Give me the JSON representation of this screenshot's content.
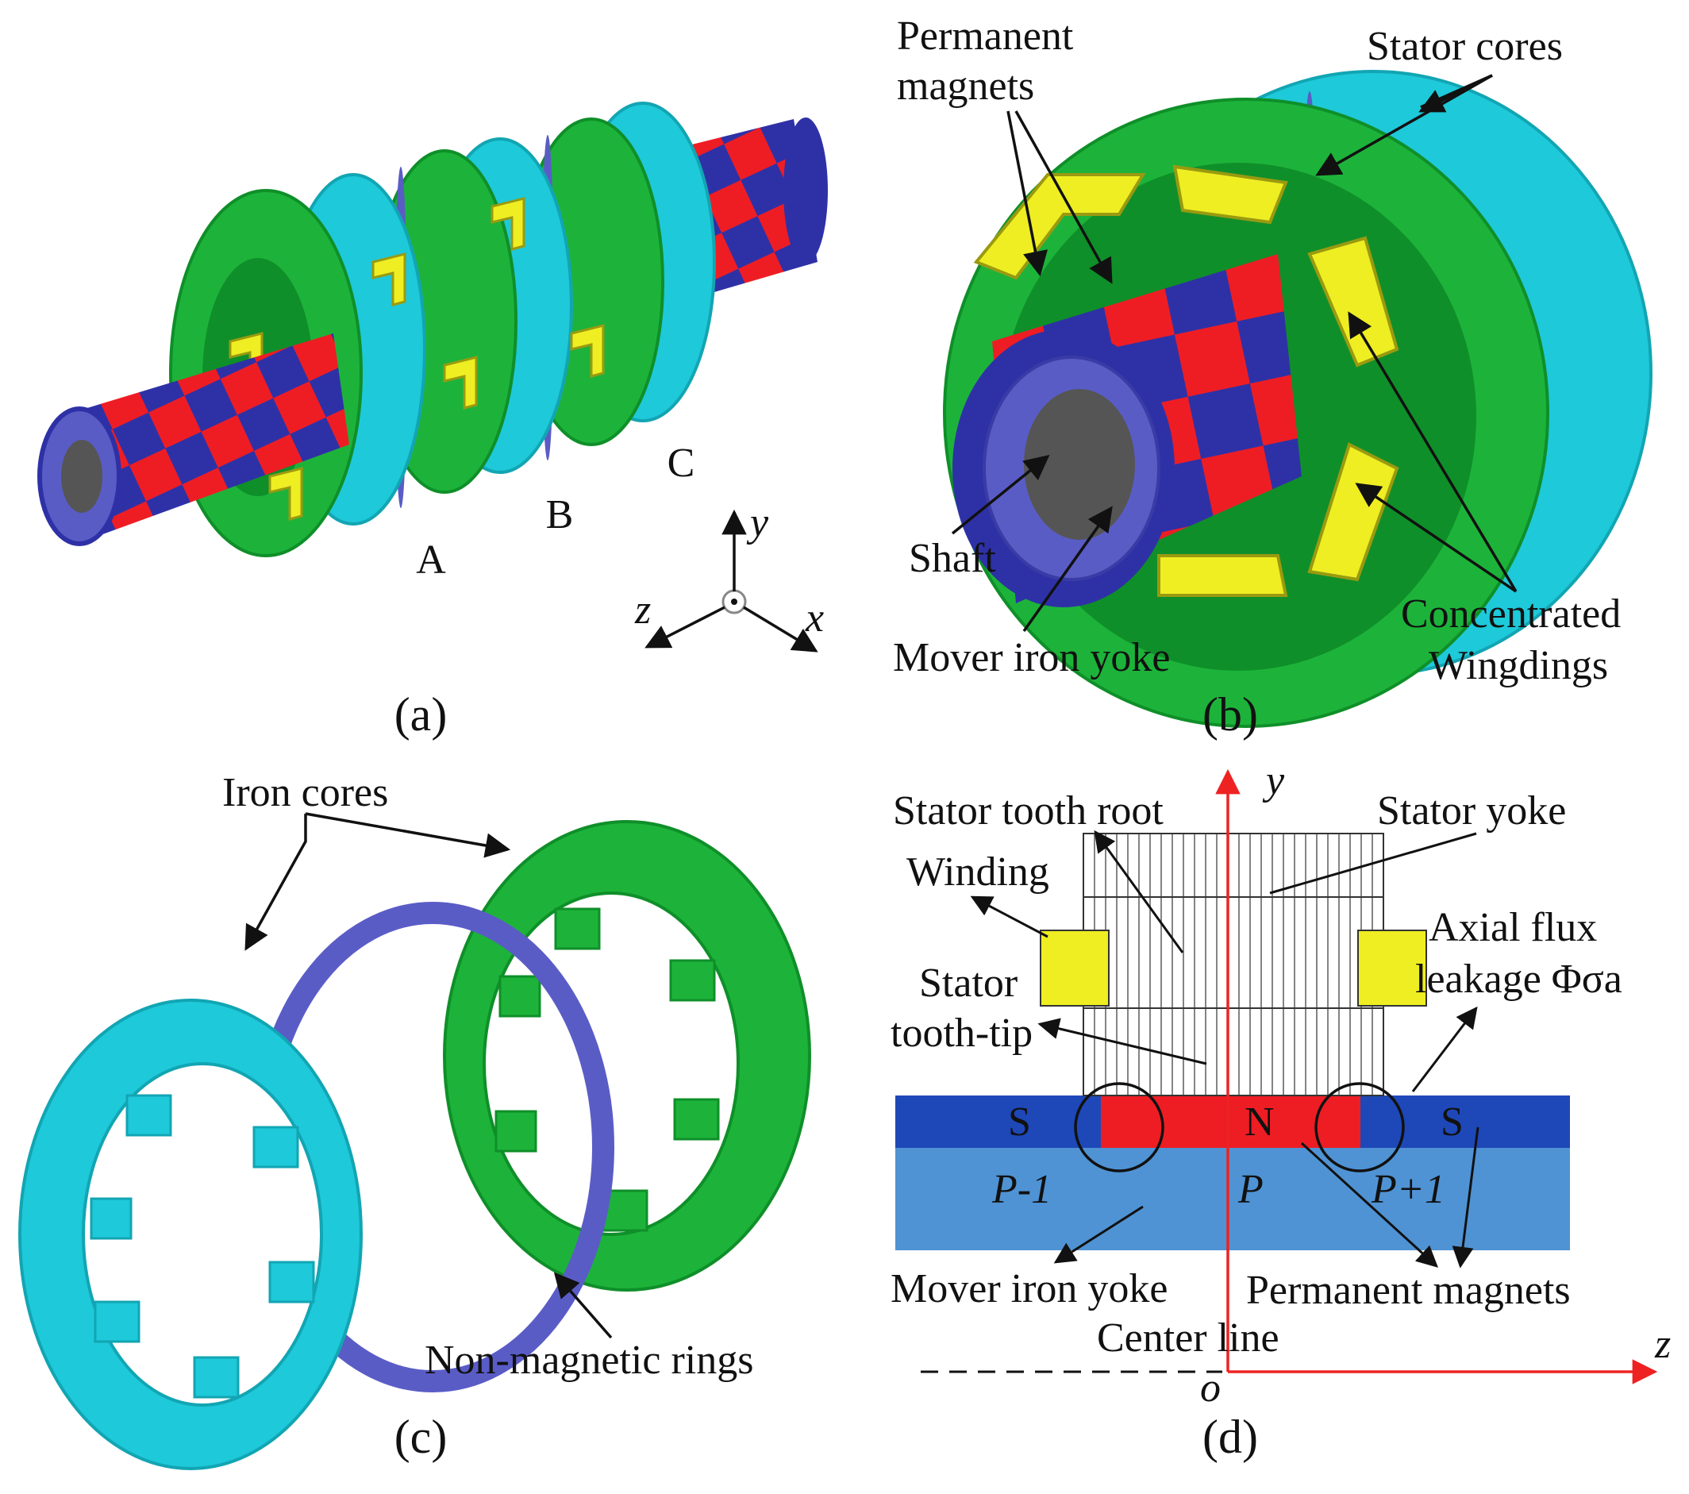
{
  "colors": {
    "red": "#ee1d24",
    "blue": "#2e31a6",
    "ring_blue": "#5a5cc6",
    "green": "#1db33a",
    "cyan": "#1ec9d9",
    "yellow": "#eeee22",
    "shaft_gray": "#555555",
    "mover_yoke": "#4f93d4",
    "pm_blue": "#1e48b8",
    "axis_red": "#ee2222"
  },
  "panel_a": {
    "caption": "(a)",
    "phase_a": "A",
    "phase_b": "B",
    "phase_c": "C",
    "axis_x": "x",
    "axis_y": "y",
    "axis_z": "z"
  },
  "panel_b": {
    "caption": "(b)",
    "permanent_magnets_1": "Permanent",
    "permanent_magnets_2": "magnets",
    "stator_cores": "Stator cores",
    "shaft": "Shaft",
    "mover_iron_yoke": "Mover iron yoke",
    "concentrated_1": "Concentrated",
    "concentrated_2": "Wingdings"
  },
  "panel_c": {
    "caption": "(c)",
    "iron_cores": "Iron cores",
    "non_magnetic_rings": "Non-magnetic rings"
  },
  "panel_d": {
    "caption": "(d)",
    "axis_y": "y",
    "axis_z": "z",
    "origin": "o",
    "stator_tooth_root": "Stator tooth root",
    "stator_yoke": "Stator yoke",
    "winding": "Winding",
    "axial_flux_1": "Axial flux",
    "axial_flux_2": "leakage Φσa",
    "stator_1": "Stator",
    "stator_2": "tooth-tip",
    "pole_s_left": "S",
    "pole_n": "N",
    "pole_s_right": "S",
    "pole_p_minus": "P-1",
    "pole_p": "P",
    "pole_p_plus": "P+1",
    "mover_iron_yoke": "Mover iron yoke",
    "permanent_magnets": "Permanent magnets",
    "center_line": "Center line"
  }
}
